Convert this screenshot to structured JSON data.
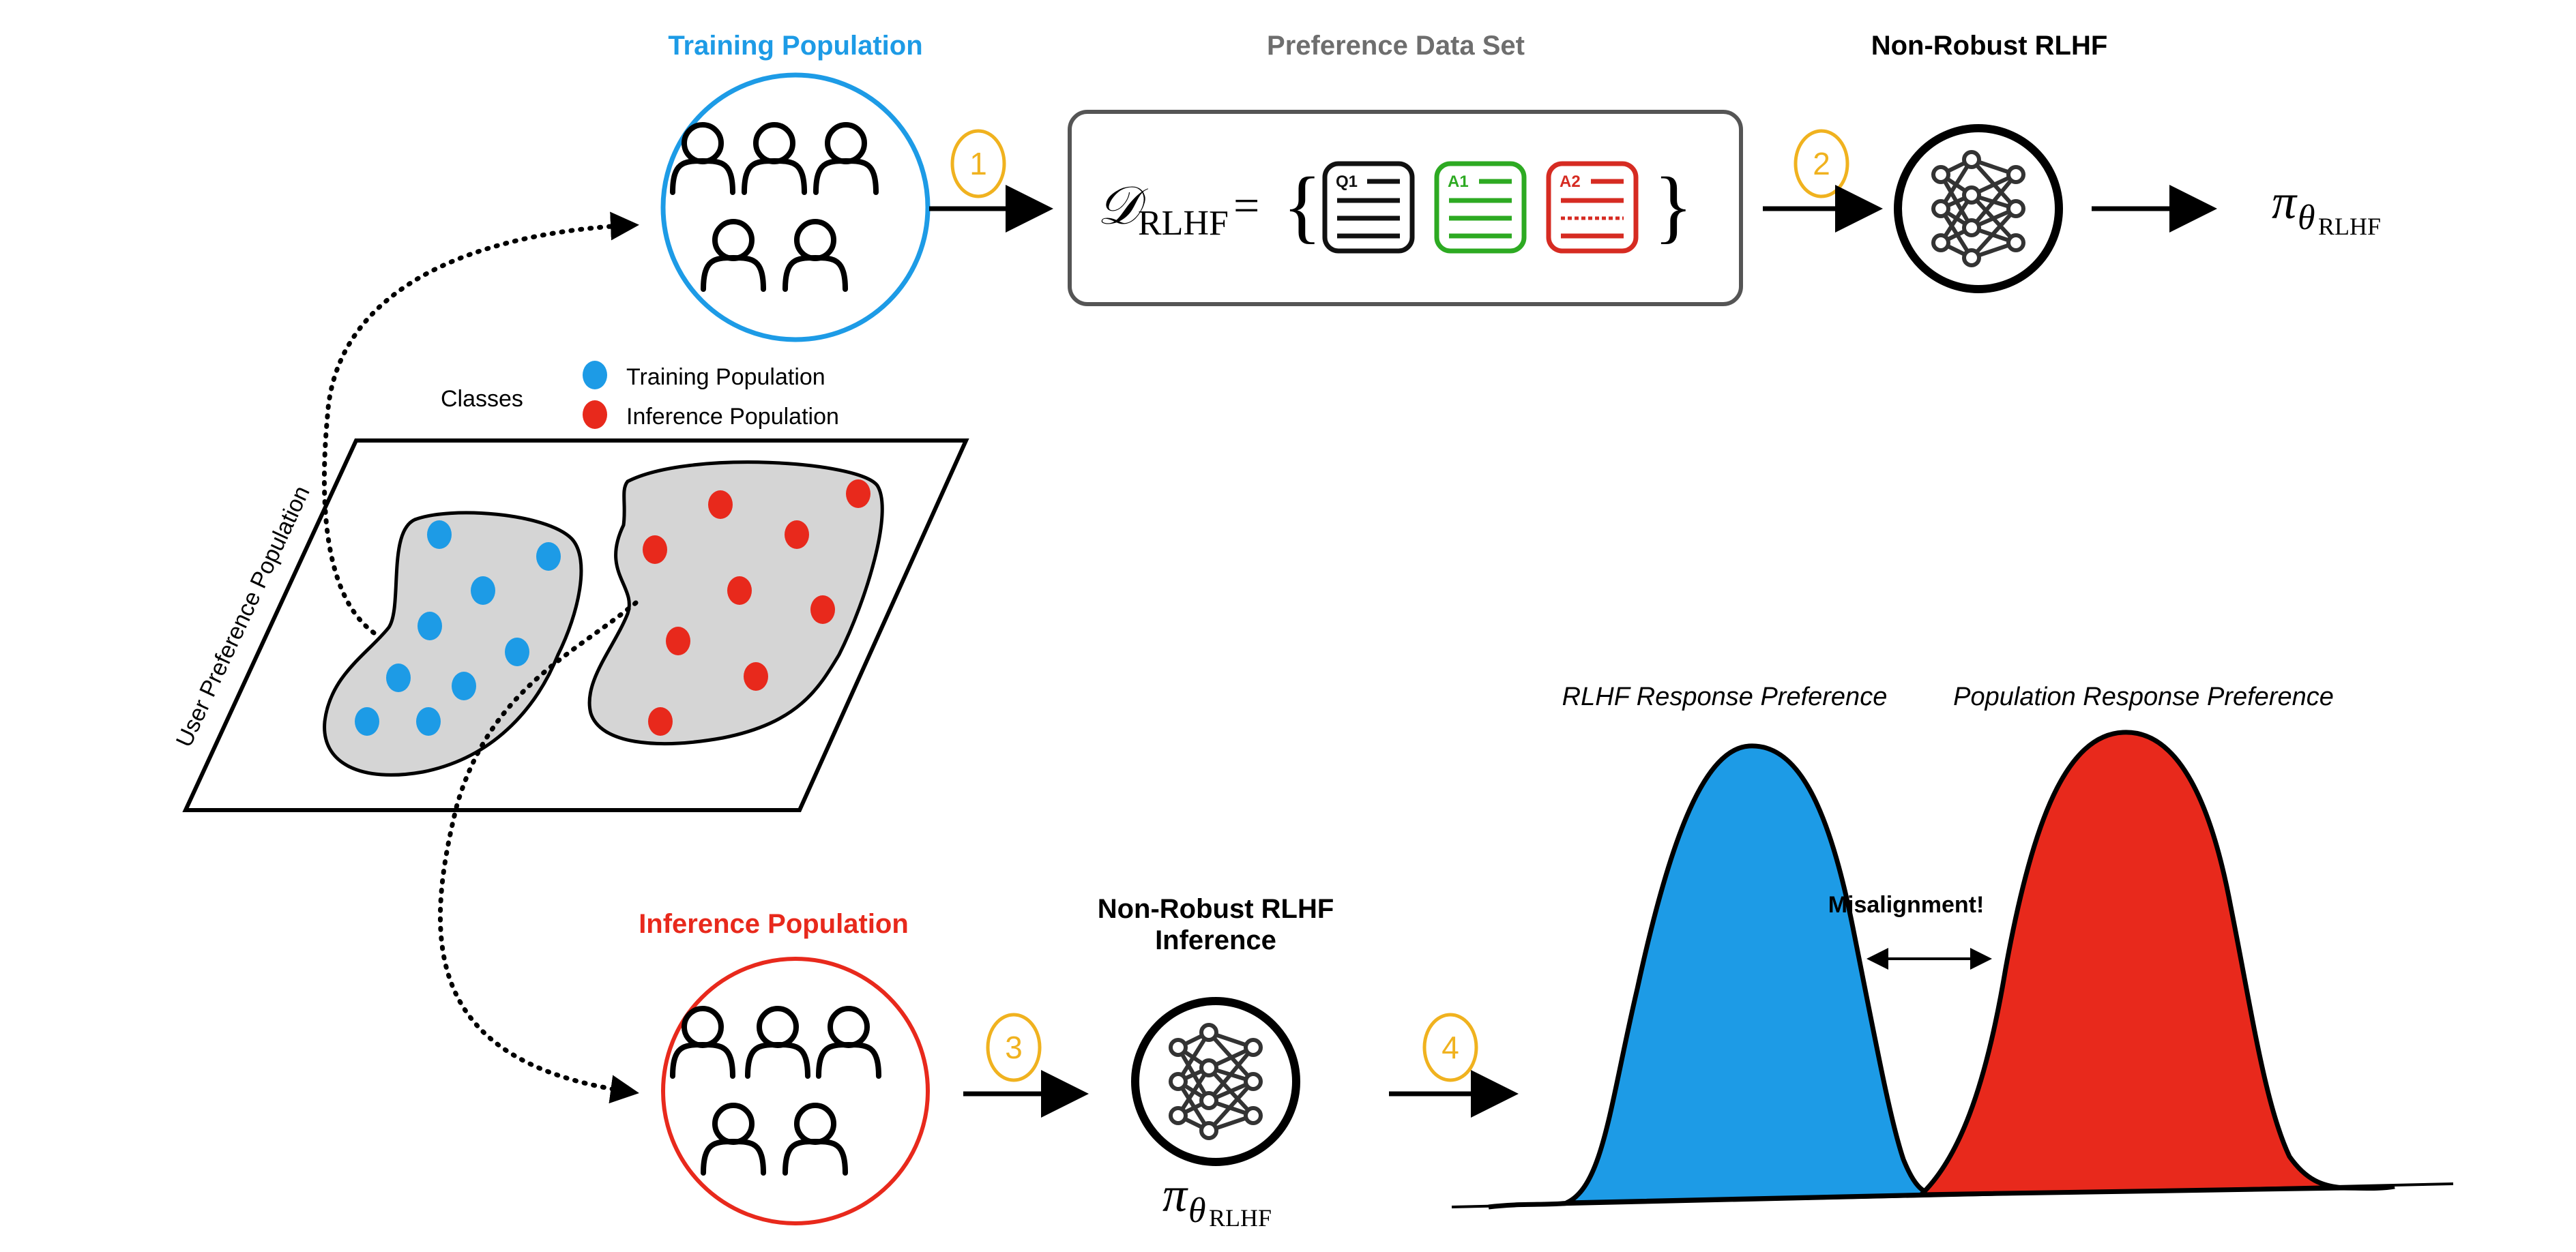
{
  "colors": {
    "training": "#1D9BE6",
    "inference": "#E8291C",
    "step": "#F0B21F",
    "ink": "#000000",
    "grey_title": "#6E6E6E",
    "blob_fill": "#D5D5D5",
    "box_border": "#555555",
    "q_card": "#111111",
    "a1_card": "#2DAA22",
    "a2_card": "#D62B22"
  },
  "titles": {
    "training_population": "Training Population",
    "preference_data_set": "Preference Data Set",
    "non_robust_rlhf": "Non-Robust RLHF",
    "inference_population": "Inference Population",
    "non_robust_inference_line1": "Non-Robust RLHF",
    "non_robust_inference_line2": "Inference"
  },
  "steps": [
    "1",
    "2",
    "3",
    "4"
  ],
  "dataset": {
    "symbol": "𝒟",
    "subscript": "RLHF",
    "equals": "=",
    "open_brace": "{",
    "close_brace": "}",
    "cards": [
      {
        "label": "Q1",
        "color_key": "q_card"
      },
      {
        "label": "A1",
        "color_key": "a1_card"
      },
      {
        "label": "A2",
        "color_key": "a2_card"
      }
    ]
  },
  "policy": {
    "pi": "π",
    "theta": "θ",
    "subscript": "RLHF"
  },
  "legend": {
    "title": "Classes",
    "items": [
      {
        "label": "Training Population",
        "color_key": "training"
      },
      {
        "label": "Inference Population",
        "color_key": "inference"
      }
    ]
  },
  "plane_label": "User Preference Population",
  "distribution": {
    "rlhf_label": "RLHF Response Preference",
    "population_label": "Population Response Preference",
    "misalignment_label": "Misalignment!"
  },
  "icons": {
    "user": "user-icon",
    "network": "neural-network-icon",
    "arrow": "arrow-right-icon",
    "double_arrow": "double-arrow-icon"
  }
}
